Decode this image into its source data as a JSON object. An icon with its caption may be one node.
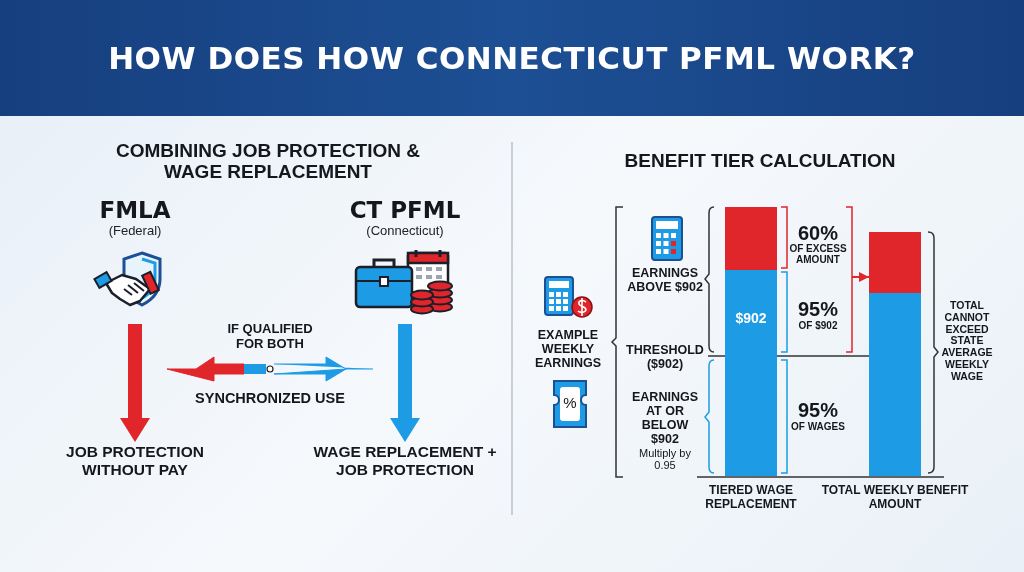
{
  "diagram": {
    "title": "HOW DOES HOW **CONNECTICUT PFML** WORK?",
    "nodes": [
      {
        "text": [
          "FMLA",
          "(Federal)"
        ]
      },
      {
        "text": [
          "CT PFML",
          "(Connecticut)"
        ]
      },
      {
        "text": [
          "JOB PROTECTION WITHOUT PAY"
        ]
      },
      {
        "text": [
          "WAGE REPLACEMENT + JOB PROTECTION"
        ]
      },
      {
        "text": [
          "$902"
        ],
        "beside": [
          "TIERED WAGE REPLACEMENT"
        ]
      },
      {
        "text": [],
        "shape": "bar",
        "beside": [
          "TOTAL WEEKLY BENEFIT AMOUNT"
        ]
      }
    ],
    "edges": [
      {
        "from": 0,
        "to": 2,
        "arrow": "to",
        "color": "#e0262b"
      },
      {
        "from": 1,
        "to": 3,
        "arrow": "to",
        "color": "#1d9ce5"
      },
      {
        "from": null,
        "to": 5,
        "arrow": "to",
        "color": "#e0262b"
      }
    ],
    "labels": [
      "COMBINING JOB PROTECTION & WAGE REPLACEMENT",
      "IF QUALIFIED FOR BOTH",
      "SYNCHRONIZED USE",
      "BENEFIT TIER CALCULATION",
      "EXAMPLE WEEKLY EARNINGS",
      "EARNINGS ABOVE $902",
      "THRESHOLD ($902)",
      "EARNINGS AT OR BELOW $902",
      "Multiply by 0.95",
      "60%",
      "OF EXCESS AMOUNT",
      "95%",
      "OF $902",
      "95%",
      "OF WAGES",
      "TOTAL CANNOT EXCEED STATE AVERAGE WEEKLY WAGE",
      "%"
    ]
  }
}
